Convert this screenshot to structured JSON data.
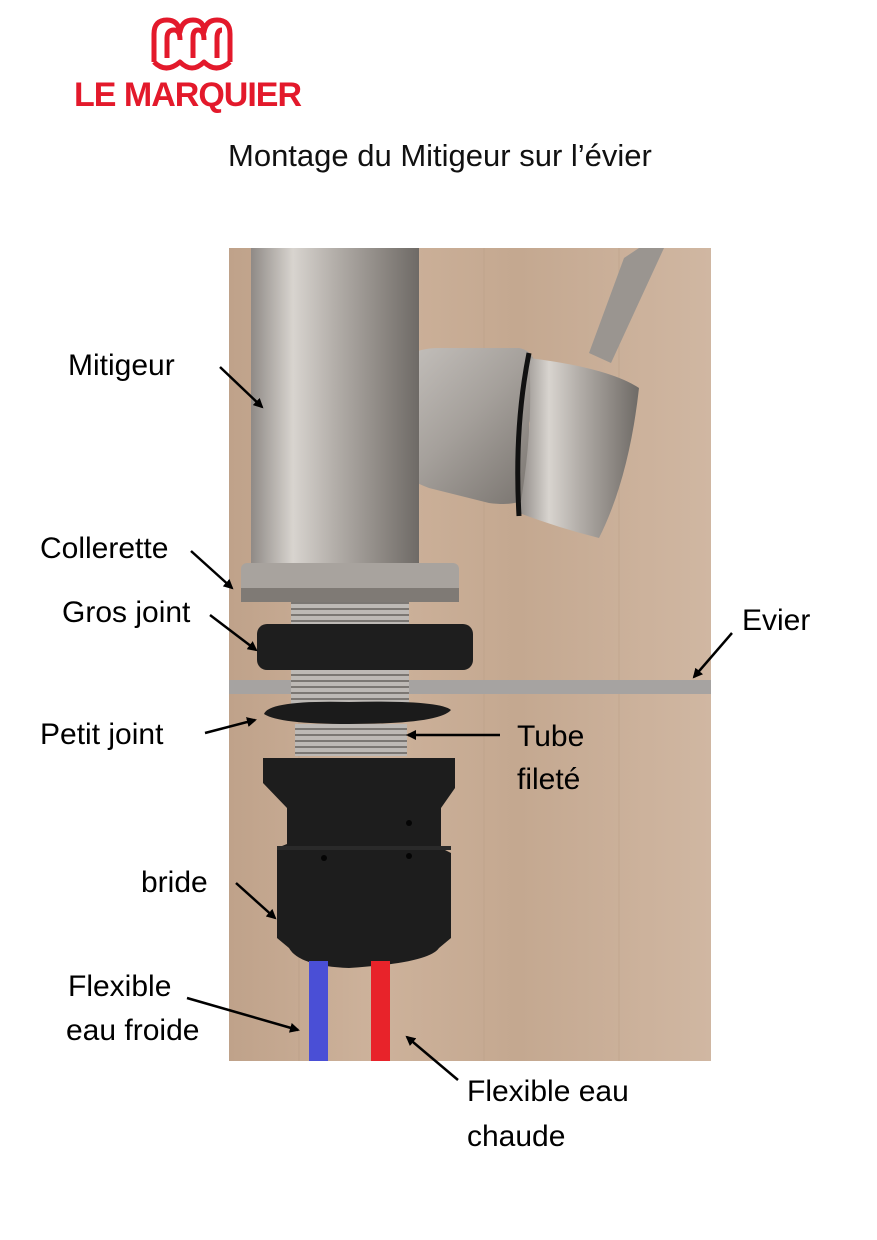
{
  "brand": {
    "name": "LE MARQUIER",
    "color": "#e3192b"
  },
  "title": "Montage du Mitigeur sur l’évier",
  "labels": {
    "mitigeur": "Mitigeur",
    "collerette": "Collerette",
    "gros_joint": "Gros joint",
    "evier": "Evier",
    "petit_joint": "Petit joint",
    "tube_line1": "Tube",
    "tube_line2": "fileté",
    "bride": "bride",
    "froide_line1": "Flexible",
    "froide_line2": "eau froide",
    "chaude_line1": "Flexible eau",
    "chaude_line2": "chaude"
  },
  "colors": {
    "cold_hose": "#4a4fd6",
    "hot_hose": "#e8232a",
    "wood": "#c9ad96"
  }
}
